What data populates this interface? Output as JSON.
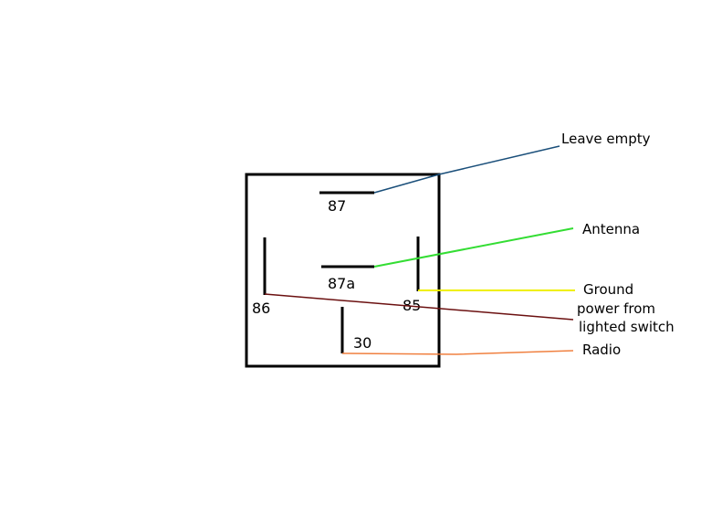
{
  "relay": {
    "pins": {
      "p87": "87",
      "p87a": "87a",
      "p86": "86",
      "p85": "85",
      "p30": "30"
    }
  },
  "connections": [
    {
      "id": "leave-empty",
      "label_lines": [
        "Leave empty"
      ],
      "color": "#1a4f7a"
    },
    {
      "id": "antenna",
      "label_lines": [
        "Antenna"
      ],
      "color": "#33dd33"
    },
    {
      "id": "ground",
      "label_lines": [
        "Ground"
      ],
      "color": "#f0f000"
    },
    {
      "id": "power",
      "label_lines": [
        "power from",
        "lighted switch"
      ],
      "color": "#6b1010"
    },
    {
      "id": "radio",
      "label_lines": [
        "Radio"
      ],
      "color": "#f08040"
    }
  ]
}
